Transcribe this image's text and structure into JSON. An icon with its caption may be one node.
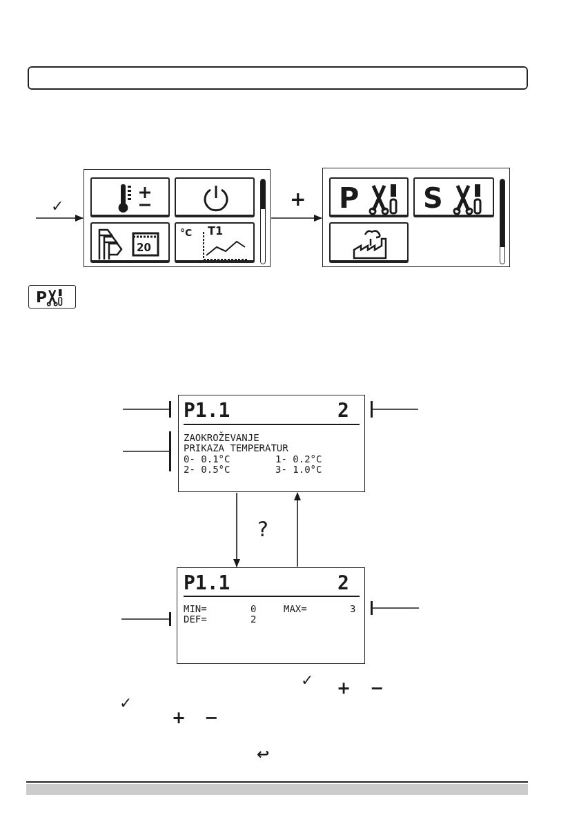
{
  "diagram": {
    "nodes": [
      {
        "text": [],
        "shape": "box"
      },
      {
        "text": [],
        "shape": "box"
      },
      {
        "text": [],
        "shape": "box",
        "in": 1
      },
      {
        "text": [],
        "shape": "box",
        "in": 1
      },
      {
        "text": [
          "20"
        ],
        "in": 1
      },
      {
        "text": [
          "°C",
          "T1"
        ],
        "in": 1
      },
      {
        "text": [],
        "shape": "box"
      },
      {
        "text": [
          "P"
        ],
        "in": 6
      },
      {
        "text": [
          "S"
        ],
        "in": 6
      },
      {
        "text": [],
        "shape": "box",
        "in": 6
      },
      {
        "text": [
          "P"
        ]
      },
      {
        "text": [
          "P1.1",
          "2",
          "ZAOKROŽEVANJE PRIKAZA TEMPERATUR",
          "0- 0.1°C",
          "1- 0.2°C",
          "2- 0.5°C",
          "3- 1.0°C"
        ]
      },
      {
        "text": [
          "P1.1",
          "2",
          "MIN=",
          "0",
          "MAX=",
          "3",
          "DEF=",
          "2"
        ]
      }
    ],
    "edges": [
      {
        "from": null,
        "to": 1,
        "arrow": "to",
        "label": "✓"
      },
      {
        "from": 1,
        "to": 6,
        "arrow": "to",
        "label": "+"
      },
      {
        "from": 11,
        "to": 12,
        "arrow": "to"
      },
      {
        "from": 12,
        "to": 11,
        "arrow": "to"
      },
      {
        "from": null,
        "to": 11,
        "arrow": "other"
      },
      {
        "from": null,
        "to": 11,
        "arrow": "other"
      },
      {
        "from": null,
        "to": 11,
        "arrow": "other"
      },
      {
        "from": null,
        "to": 12,
        "arrow": "other"
      },
      {
        "from": null,
        "to": 12,
        "arrow": "other"
      }
    ],
    "labels": [
      "?",
      "✓",
      "+",
      "−",
      "✓",
      "+",
      "−",
      "↩"
    ]
  }
}
